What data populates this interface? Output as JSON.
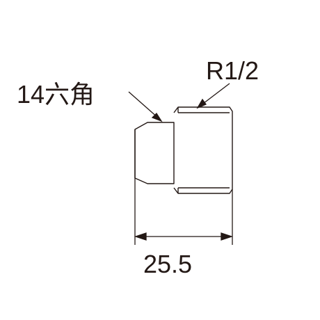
{
  "labels": {
    "hex": "14六角",
    "thread": "R1/2",
    "length": "25.5"
  },
  "colors": {
    "line": "#231815",
    "background": "#ffffff"
  }
}
